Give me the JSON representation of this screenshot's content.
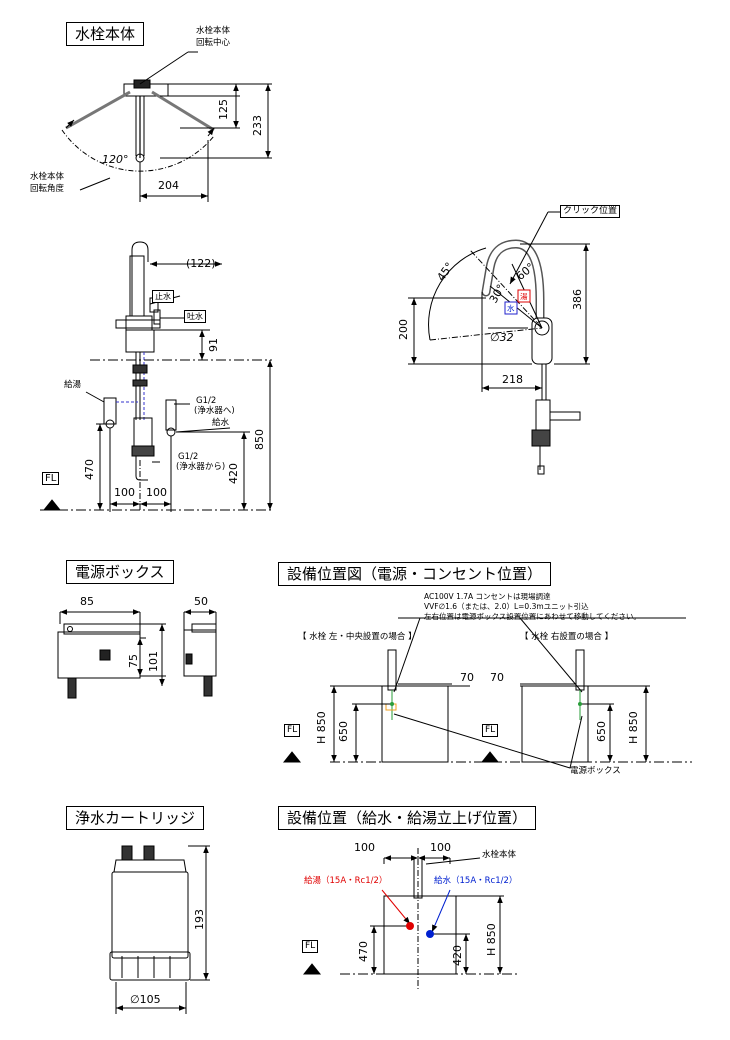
{
  "sections": {
    "body": "水栓本体",
    "power_box": "電源ボックス",
    "equipment_position": "設備位置図（電源・コンセント位置）",
    "cartridge": "浄水カートリッジ",
    "supply_position": "設備位置（給水・給湯立上げ位置）"
  },
  "body_top": {
    "rotation_center": [
      "水栓本体",
      "回転中心"
    ],
    "rotation_angle": [
      "水栓本体",
      "回転角度"
    ],
    "angle": "120°",
    "dim_125": "125",
    "dim_233": "233",
    "dim_204": "204"
  },
  "front": {
    "dim_122": "(122)",
    "stop_water": "止水",
    "spout_water": "吐水",
    "dim_91": "91",
    "hot_supply": "給湯",
    "g12_to": [
      "G1/2",
      "(浄水器へ)"
    ],
    "cold_supply": "給水",
    "g12_from": [
      "G1/2",
      "(浄水器から)"
    ],
    "dim_470": "470",
    "dim_420": "420",
    "dim_850": "850",
    "dim_100a": "100",
    "dim_100b": "100",
    "fl": "FL"
  },
  "side": {
    "click_position": "クリック位置",
    "angle_45": "45°",
    "angle_30": "30°",
    "angle_60": "60°",
    "dim_386": "386",
    "dim_200": "200",
    "dia_32": "∅32",
    "dim_218": "218",
    "mark_cold": "水",
    "mark_hot": "湯"
  },
  "power_box": {
    "dim_85": "85",
    "dim_50": "50",
    "dim_75": "75",
    "dim_101": "101"
  },
  "equipment": {
    "note1": "AC100V 1.7A コンセントは現場調達",
    "note2": "VVF∅1.6（または、2.0）L=0.3mユニット引込",
    "note3": "左右位置は電源ボックス設置位置にあわせて移動してください。",
    "case_left": "【 水栓 左・中央設置の場合 】",
    "case_right": "【 水栓 右設置の場合 】",
    "dim_70a": "70",
    "dim_70b": "70",
    "dim_h850a": "H 850",
    "dim_650a": "650",
    "dim_h850b": "H 850",
    "dim_650b": "650",
    "fl": "FL",
    "power_box_label": "電源ボックス"
  },
  "cartridge": {
    "dim_193": "193",
    "dia_105": "∅105"
  },
  "supply": {
    "dim_100a": "100",
    "dim_100b": "100",
    "body_label": "水栓本体",
    "hot_label": "給湯（15A・Rc1/2）",
    "cold_label": "給水（15A・Rc1/2）",
    "dim_470": "470",
    "dim_420": "420",
    "dim_h850": "H 850",
    "fl": "FL"
  },
  "colors": {
    "hot": "#e00000",
    "cold": "#0020d0",
    "line": "#000000",
    "accent_green": "#2a9d3a",
    "accent_orange": "#f0a020"
  }
}
